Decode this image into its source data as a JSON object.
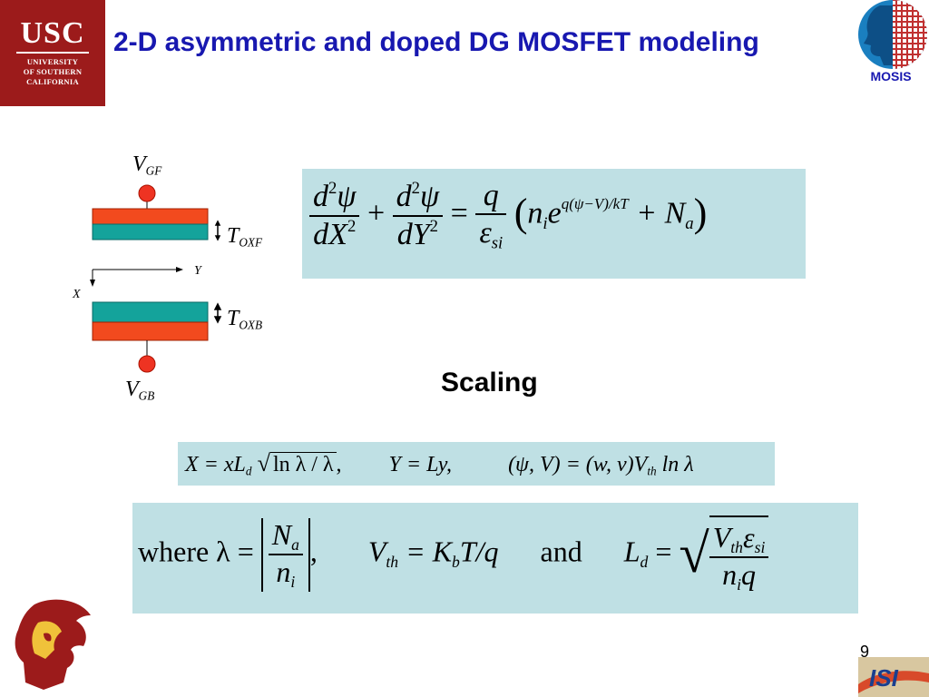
{
  "header": {
    "title": "2-D asymmetric and doped DG MOSFET modeling",
    "usc_logo": {
      "big": "USC",
      "line1": "UNIVERSITY",
      "line2": "OF SOUTHERN",
      "line3": "CALIFORNIA"
    },
    "mosis_logo": {
      "label": "MOSIS"
    }
  },
  "diagram": {
    "vgf": {
      "main": "V",
      "sub": "GF"
    },
    "vgb": {
      "main": "V",
      "sub": "GB"
    },
    "toxf": {
      "main": "T",
      "sub": "OXF"
    },
    "toxb": {
      "main": "T",
      "sub": "OXB"
    },
    "axis_y": "Y",
    "axis_x": "X",
    "colors": {
      "gate": "#f24a1e",
      "oxide": "#14a39b",
      "contact": "#ee3322"
    }
  },
  "poisson": {
    "d2": "d",
    "two": "2",
    "psi": "ψ",
    "dX": "dX",
    "dY": "dY",
    "plus": "+",
    "eq": "=",
    "q": "q",
    "eps": "ε",
    "si": "si",
    "lparen": "(",
    "rparen": ")",
    "ni_n": "n",
    "ni_i": "i",
    "e": "e",
    "exponent": "q(ψ−V)/kT",
    "plus2": "+ N",
    "na_sub": "a"
  },
  "scaling": {
    "heading": "Scaling",
    "x_lhs": "X = xL",
    "x_sub": "d",
    "x_root": "ln λ / λ",
    "x_comma": ",",
    "y_eq": "Y = Ly,",
    "psi_lhs": "(ψ, V) = (w, v)V",
    "psi_sub": "th",
    "psi_tail": "ln λ"
  },
  "where": {
    "where_lambda": "where λ =",
    "na_n": "N",
    "na_sub": "a",
    "ni_n": "n",
    "ni_sub": "i",
    "comma": ",",
    "vth_v": "V",
    "vth_sub": "th",
    "vth_rhs": "= K",
    "kb_sub": "b",
    "tq": "T/q",
    "and": "and",
    "ld_l": "L",
    "ld_sub": "d",
    "ld_eq": "=",
    "root_num_v": "V",
    "root_num_th": "th",
    "root_num_eps": "ε",
    "root_num_si": "si",
    "root_den_n": "n",
    "root_den_i": "i",
    "root_den_q": "q"
  },
  "footer": {
    "page_number": "9",
    "isi_label": "ISI"
  },
  "colors": {
    "title": "#1818b0",
    "usc_red": "#9c1b1b",
    "eq_box": "#bfe0e4"
  }
}
